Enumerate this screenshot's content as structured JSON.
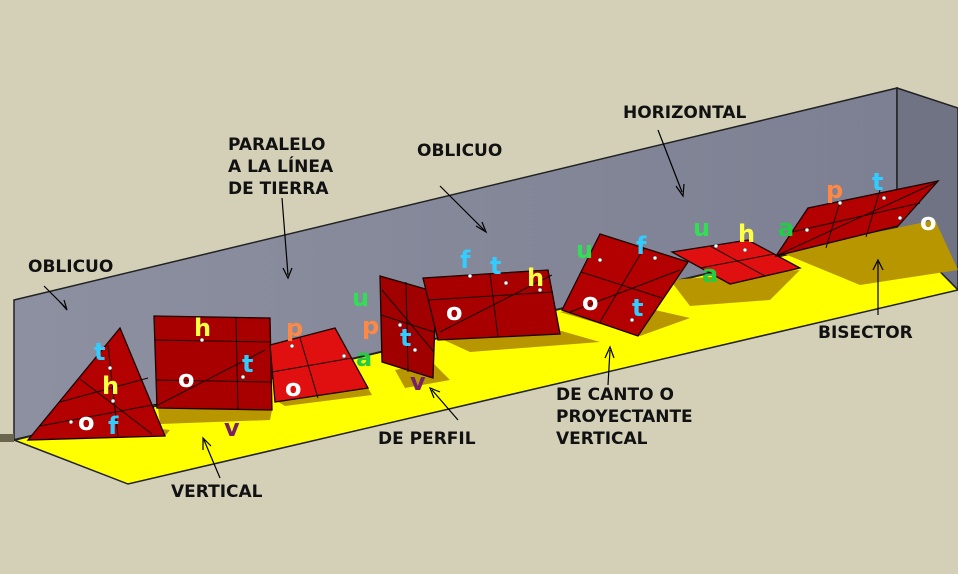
{
  "captions": {
    "oblicuo_left": "OBLICUO",
    "paralelo": [
      "PARALELO",
      "A LA LÍNEA",
      "DE TIERRA"
    ],
    "oblicuo_center": "OBLICUO",
    "horizontal": "HORIZONTAL",
    "bisector": "BISECTOR",
    "de_canto": [
      "DE CANTO O",
      "PROYECTANTE",
      "VERTICAL"
    ],
    "de_perfil": "DE PERFIL",
    "vertical": "VERTICAL"
  },
  "colors": {
    "background": "#d4d0b8",
    "vertical_plane": "#8a8e9e",
    "horizontal_plane": "#ffff00",
    "shadow": "#b89600",
    "plane_face": "#b30000",
    "letter_t": "#33ccff",
    "letter_h": "#ffff33",
    "letter_f": "#33ccff",
    "letter_p": "#ff8844",
    "letter_a": "#22cc44",
    "letter_u": "#33dd55",
    "letter_v": "#772266",
    "letter_o": "#ffffff"
  },
  "letters": [
    {
      "text": "t",
      "color": "#33ccff"
    },
    {
      "text": "h",
      "color": "#ffff44"
    },
    {
      "text": "o",
      "color": "#ffffff"
    },
    {
      "text": "f",
      "color": "#33ccff"
    },
    {
      "text": "h",
      "color": "#ffff44"
    },
    {
      "text": "o",
      "color": "#ffffff"
    },
    {
      "text": "t",
      "color": "#33ccff"
    },
    {
      "text": "v",
      "color": "#772266"
    },
    {
      "text": "p",
      "color": "#ff8844"
    },
    {
      "text": "o",
      "color": "#ffffff"
    },
    {
      "text": "a",
      "color": "#22cc44"
    },
    {
      "text": "u",
      "color": "#33dd55"
    },
    {
      "text": "p",
      "color": "#ff8844"
    },
    {
      "text": "t",
      "color": "#33ccff"
    },
    {
      "text": "v",
      "color": "#772266"
    },
    {
      "text": "f",
      "color": "#33ccff"
    },
    {
      "text": "t",
      "color": "#33ccff"
    },
    {
      "text": "h",
      "color": "#ffff44"
    },
    {
      "text": "o",
      "color": "#ffffff"
    },
    {
      "text": "u",
      "color": "#33dd55"
    },
    {
      "text": "f",
      "color": "#33ccff"
    },
    {
      "text": "o",
      "color": "#ffffff"
    },
    {
      "text": "t",
      "color": "#33ccff"
    },
    {
      "text": "u",
      "color": "#33dd55"
    },
    {
      "text": "h",
      "color": "#ffff44"
    },
    {
      "text": "a",
      "color": "#22cc44"
    },
    {
      "text": "a",
      "color": "#22cc44"
    },
    {
      "text": "p",
      "color": "#ff8844"
    },
    {
      "text": "t",
      "color": "#33ccff"
    },
    {
      "text": "o",
      "color": "#ffffff"
    }
  ]
}
